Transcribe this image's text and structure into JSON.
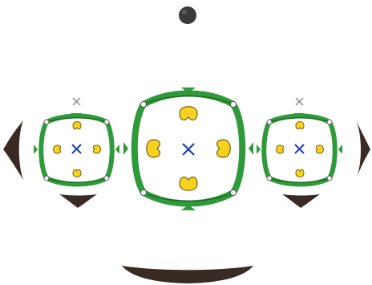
{
  "colors": {
    "background": "#ffffff",
    "ring_green": "#2f9a3a",
    "ring_dark": "#1f5a1f",
    "bean_yellow": "#f5d21f",
    "bean_outline": "#7a6410",
    "cross_blue": "#1d3fb0",
    "marker_gray": "#8a8a8a",
    "wedge_dark": "#3a2a24",
    "ball_dark": "#3a3a3a"
  },
  "icons": {
    "center_marker": "x-mark-icon",
    "ball": "dark-ball-icon",
    "bean": "bean-icon",
    "wedge": "curved-wedge-icon",
    "ring": "green-ring-icon"
  },
  "scene": {
    "rings": [
      {
        "id": "left",
        "bean_count": 4,
        "has_top_gray_x": true,
        "has_bottom_wedge": true
      },
      {
        "id": "center",
        "bean_count": 4,
        "has_top_gray_x": false,
        "has_bottom_wedge": false
      },
      {
        "id": "right",
        "bean_count": 4,
        "has_top_gray_x": true,
        "has_bottom_wedge": true
      }
    ],
    "side_wedges": [
      "left",
      "right"
    ],
    "top_ball_count": 1,
    "bottom_arc_count": 1
  }
}
